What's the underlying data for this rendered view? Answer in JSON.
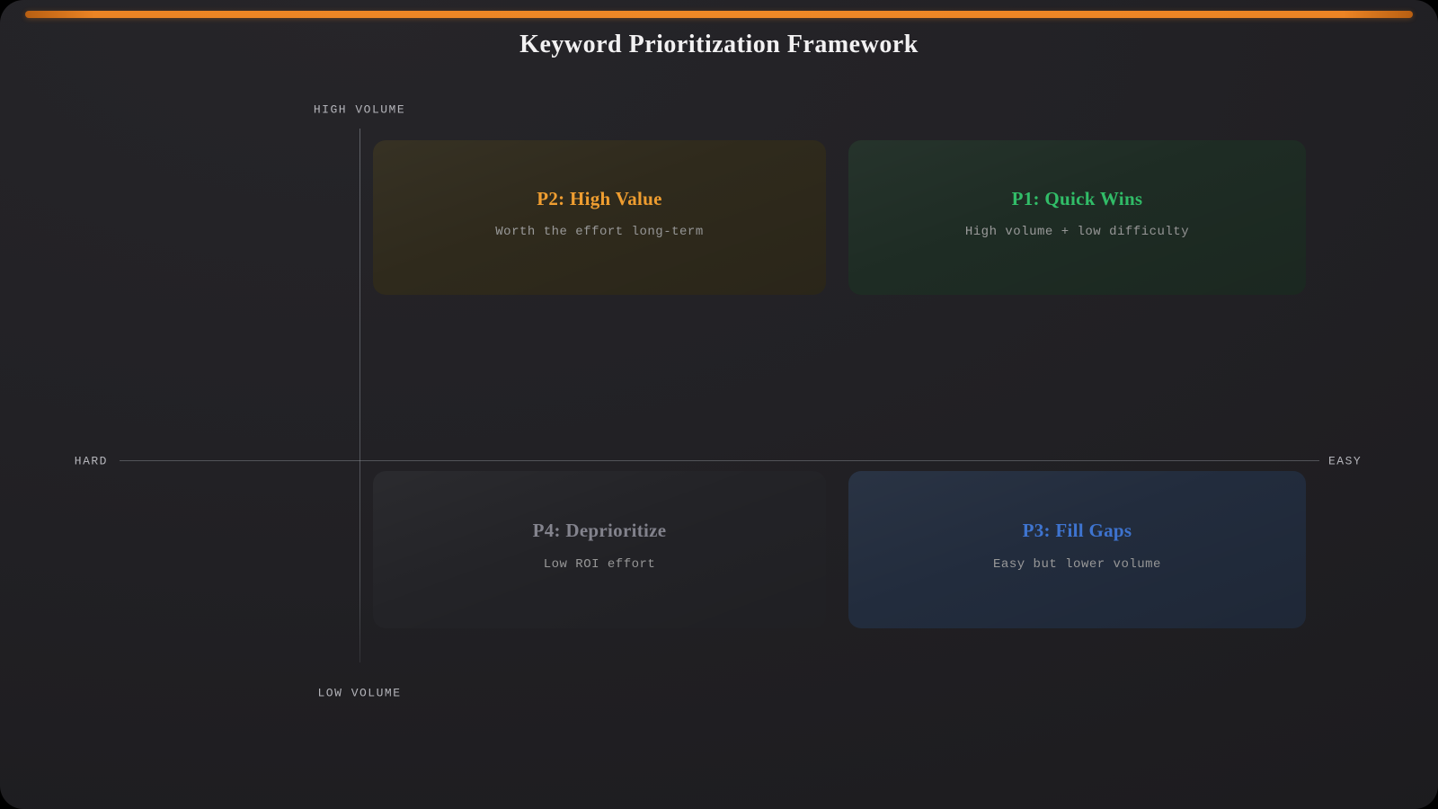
{
  "page": {
    "title": "Keyword Prioritization Framework",
    "accent_color": "#ec8424",
    "background_color": "#222125",
    "muted_text_color": "#9a9a9a"
  },
  "axes": {
    "top_label": "HIGH VOLUME",
    "bottom_label": "LOW VOLUME",
    "left_label": "HARD",
    "right_label": "EASY",
    "line_color": "#9aa0a8",
    "label_color": "#b4b4ba"
  },
  "quadrants": [
    {
      "code": "P2",
      "position": "top-left",
      "title": "P2: High Value",
      "subtitle": "Worth the effort long-term",
      "title_color": "#f09e30",
      "bg_color": "#2f2a1c"
    },
    {
      "code": "P1",
      "position": "top-right",
      "title": "P1: Quick Wins",
      "subtitle": "High volume + low difficulty",
      "title_color": "#31bd68",
      "bg_color": "#1e2c24"
    },
    {
      "code": "P4",
      "position": "bottom-left",
      "title": "P4: Deprioritize",
      "subtitle": "Low ROI effort",
      "title_color": "#83838d",
      "bg_color": "#232327"
    },
    {
      "code": "P3",
      "position": "bottom-right",
      "title": "P3: Fill Gaps",
      "subtitle": "Easy but lower volume",
      "title_color": "#3e74d0",
      "bg_color": "#222c3d"
    }
  ]
}
